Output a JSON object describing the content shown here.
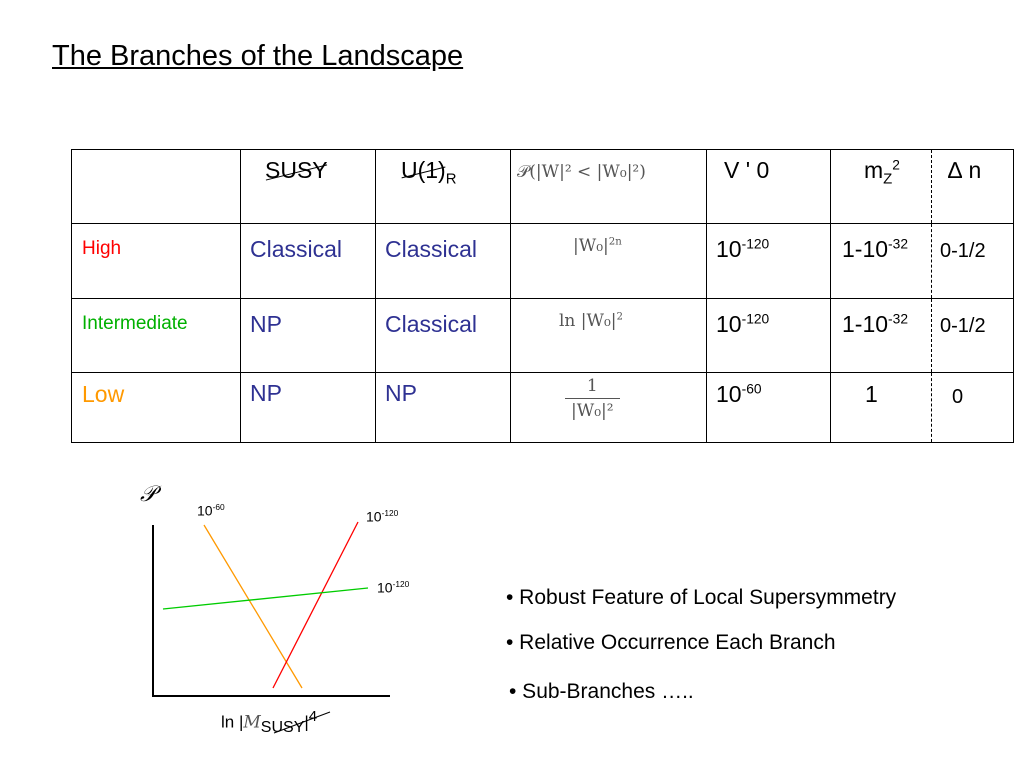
{
  "slide": {
    "title": "The Branches of the Landscape"
  },
  "table": {
    "headers": {
      "susy": "SUSY",
      "u1_main": "U(1)",
      "u1_sub": "R",
      "prob_formula": "𝒫(|W|² < |W₀|²)",
      "v": "V ' 0",
      "mz_base": "m",
      "mz_sub": "Z",
      "mz_sup": "2",
      "dn": "∆ n"
    },
    "rows": [
      {
        "label": "High",
        "label_color": "#ff0000",
        "susy": "Classical",
        "u1": "Classical",
        "formula_base": "|W₀|",
        "formula_sup": "2n",
        "v_base": "10",
        "v_exp": "-120",
        "mz_base": "1-10",
        "mz_exp": "-32",
        "dn": "0-1/2"
      },
      {
        "label": "Intermediate",
        "label_color": "#00b000",
        "susy": "NP",
        "u1": "Classical",
        "formula_base": "ln |W₀|",
        "formula_sup": "2",
        "v_base": "10",
        "v_exp": "-120",
        "mz_base": "1-10",
        "mz_exp": "-32",
        "dn": "0-1/2"
      },
      {
        "label": "Low",
        "label_color": "#ff9900",
        "susy": "NP",
        "u1": "NP",
        "formula_num": "1",
        "formula_den": "|W₀|²",
        "v_base": "10",
        "v_exp": "-60",
        "mz": "1",
        "dn": "0"
      }
    ]
  },
  "plot": {
    "y_axis_label": "𝒫",
    "x_axis_label_prefix": "ln |",
    "x_axis_label_var": "M",
    "x_axis_label_sub": "SUSY",
    "x_axis_label_suffix": "|",
    "x_axis_label_exp": "4",
    "lines": [
      {
        "color": "#ff9900",
        "label_base": "10",
        "label_exp": "-60"
      },
      {
        "color": "#ff0000",
        "label_base": "10",
        "label_exp": "-120"
      },
      {
        "color": "#00cc00",
        "label_base": "10",
        "label_exp": "-120"
      }
    ]
  },
  "bullets": [
    "• Robust Feature of Local Supersymmetry",
    "• Relative Occurrence Each Branch",
    "• Sub-Branches ….."
  ]
}
